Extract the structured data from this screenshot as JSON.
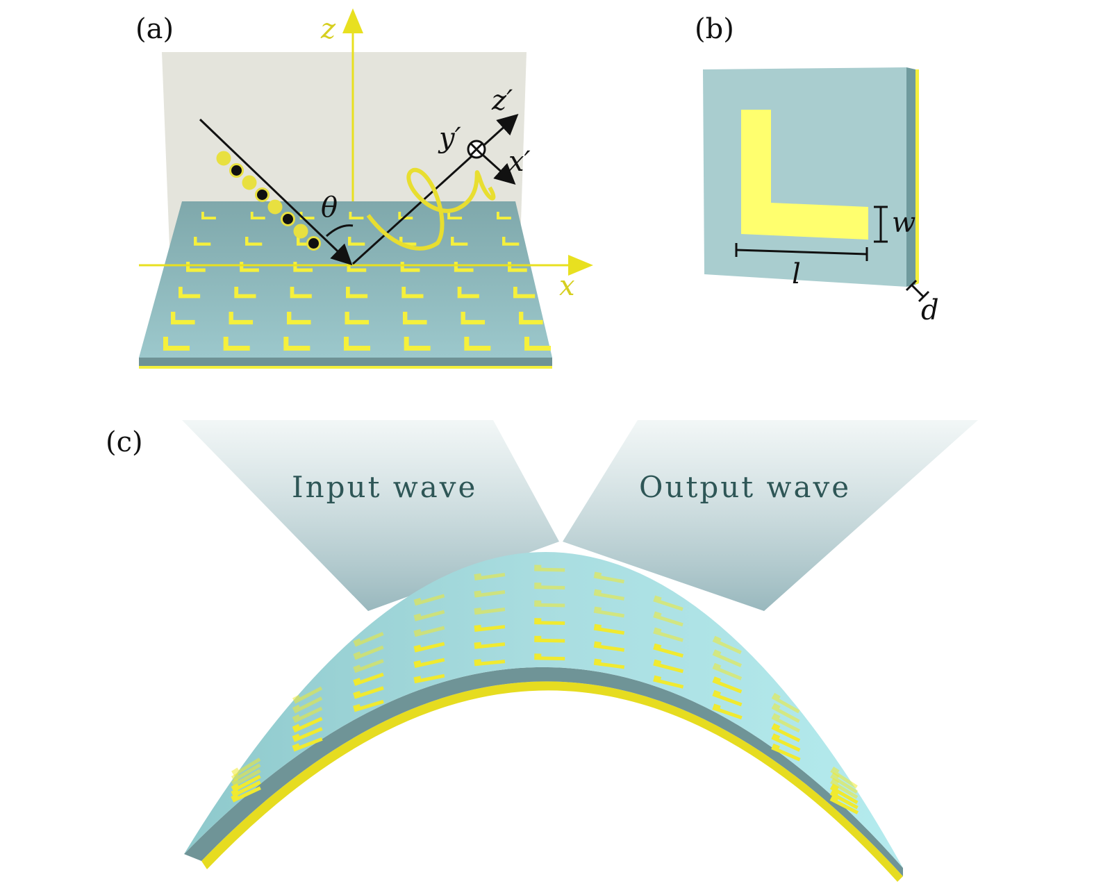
{
  "panels": {
    "a": {
      "label": "(a)",
      "axis_z": "z",
      "axis_x": "x",
      "angle": "θ",
      "z_prime": "z′",
      "y_prime": "y′",
      "x_prime": "x′"
    },
    "b": {
      "label": "(b)",
      "width_label": "w",
      "length_label": "l",
      "thickness_label": "d"
    },
    "c": {
      "label": "(c)",
      "input": "Input wave",
      "output": "Output wave"
    }
  },
  "colors": {
    "substrate": "#8fbcbf",
    "metal": "#f5f03c",
    "backplane": "#e4e4dc",
    "axis": "#e8e020"
  }
}
